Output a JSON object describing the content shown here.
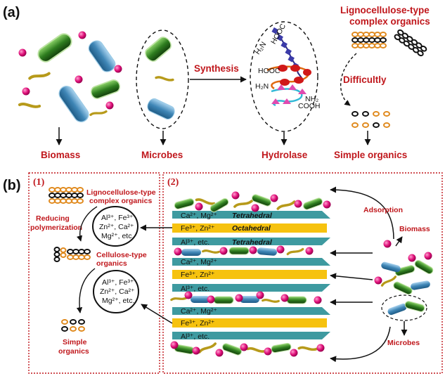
{
  "panel_a": {
    "label": "(a)",
    "biomass": "Biomass",
    "microbes": "Microbes",
    "synthesis": "Synthesis",
    "hydrolase": "Hydrolase",
    "lignocellulose_title_line1": "Lignocellulose-type",
    "lignocellulose_title_line2": "complex organics",
    "difficultly": "Difficultly",
    "simple_organics": "Simple organics",
    "enzyme_labels": {
      "hooc_top": "HOOC",
      "h2n_top": "H₂N",
      "hooc_mid": "HOOC",
      "h2n_mid": "H₂N",
      "nh2": "NH₂",
      "cooh": "COOH"
    }
  },
  "panel_b": {
    "label": "(b)",
    "sub1": "(1)",
    "sub2": "(2)",
    "lignocellulose_line1": "Lignocellulose-type",
    "lignocellulose_line2": "complex organics",
    "reducing_line1": "Reducing",
    "reducing_line2": "polymerization",
    "cellulose_line1": "Cellulose-type",
    "cellulose_line2": "organics",
    "simple_line1": "Simple",
    "simple_line2": "organics",
    "ions1": [
      "Al³⁺, Fe³⁺",
      "Zn²⁺, Ca²⁺",
      "Mg²⁺, etc."
    ],
    "ions2": [
      "Al³⁺, Fe³⁺",
      "Zn²⁺, Ca²⁺",
      "Mg²⁺, etc."
    ],
    "layers": {
      "ca_mg": "Ca²⁺, Mg²⁺",
      "fe_zn": "Fe³⁺, Zn²⁺",
      "al_etc": "Al³⁺, etc.",
      "tetrahedral": "Tetrahedral",
      "octahedral": "Octahedral"
    },
    "adsorption": "Adsorption",
    "biomass": "Biomass",
    "microbes": "Microbes"
  },
  "colors": {
    "label_red": "#c0171c",
    "tetrahedral_teal": "#3e9aa0",
    "octahedral_yellow": "#f6c20f",
    "microbe_green": "#2e7d1f",
    "microbe_blue": "#3f86b6",
    "particle_pink": "#e0117a",
    "ring_orange": "#e08a1e"
  }
}
